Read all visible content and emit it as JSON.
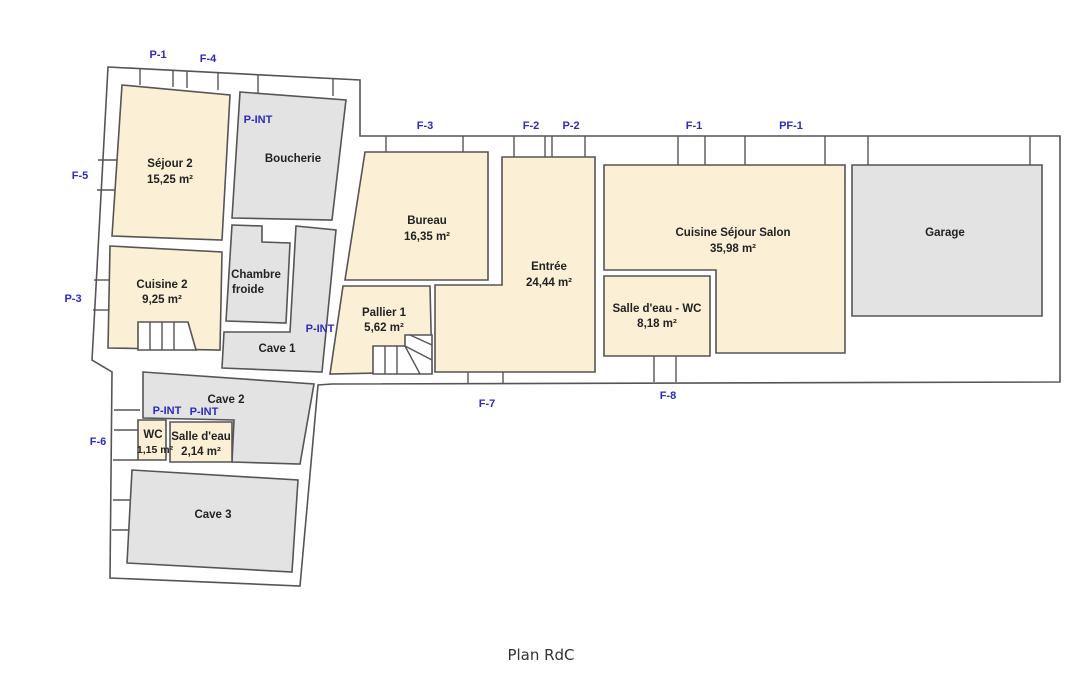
{
  "caption": "Plan RdC",
  "rooms": {
    "sejour2": {
      "name": "Séjour 2",
      "area": "15,25 m²"
    },
    "boucherie": {
      "name": "Boucherie"
    },
    "cuisine2": {
      "name": "Cuisine 2",
      "area": "9,25 m²"
    },
    "chambre_froide": {
      "name1": "Chambre",
      "name2": "froide"
    },
    "cave1": {
      "name": "Cave 1"
    },
    "cave2": {
      "name": "Cave 2"
    },
    "wc": {
      "name": "WC",
      "area": "1,15 m²"
    },
    "salle_deau": {
      "name": "Salle d'eau",
      "area": "2,14 m²"
    },
    "cave3": {
      "name": "Cave 3"
    },
    "bureau": {
      "name": "Bureau",
      "area": "16,35 m²"
    },
    "pallier1": {
      "name": "Pallier 1",
      "area": "5,62 m²"
    },
    "entree": {
      "name": "Entrée",
      "area": "24,44 m²"
    },
    "cuisine_sejour_salon": {
      "name": "Cuisine Séjour Salon",
      "area": "35,98 m²"
    },
    "salle_deau_wc": {
      "name": "Salle d'eau - WC",
      "area": "8,18 m²"
    },
    "garage": {
      "name": "Garage"
    }
  },
  "openings": {
    "p1": "P-1",
    "f4": "F-4",
    "f5": "F-5",
    "p3": "P-3",
    "f6": "F-6",
    "pint_boucherie": "P-INT",
    "pint_cave1": "P-INT",
    "pint_wc": "P-INT",
    "pint_salle": "P-INT",
    "f3": "F-3",
    "f2": "F-2",
    "p2": "P-2",
    "f1": "F-1",
    "pf1": "PF-1",
    "f7": "F-7",
    "f8": "F-8"
  },
  "colors": {
    "habitable": "#fbefd6",
    "annexe": "#e3e3e3",
    "labels": "#2b2bbd"
  }
}
